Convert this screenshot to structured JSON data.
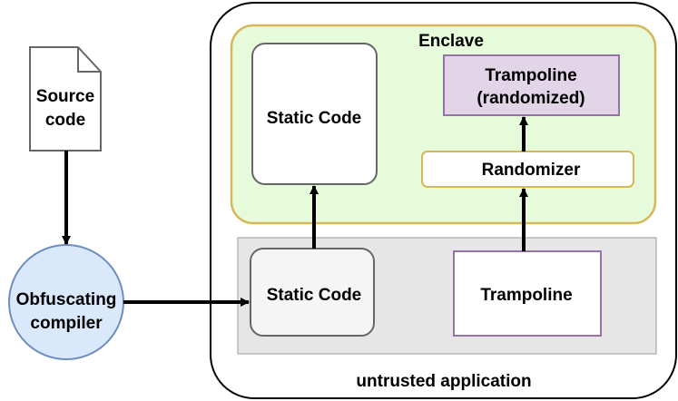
{
  "source_doc": {
    "line1": "Source",
    "line2": "code"
  },
  "compiler": {
    "line1": "Obfuscating",
    "line2": "compiler"
  },
  "untrusted_app": {
    "label": "untrusted application"
  },
  "enclave": {
    "label": "Enclave"
  },
  "enclave_static_code": {
    "label": "Static Code"
  },
  "trampoline_randomized": {
    "line1": "Trampoline",
    "line2": "(randomized)"
  },
  "randomizer": {
    "label": "Randomizer"
  },
  "app_static_code": {
    "label": "Static Code"
  },
  "app_trampoline": {
    "label": "Trampoline"
  },
  "colors": {
    "enclave_fill": "#e6fbd9",
    "enclave_border": "#d6b656",
    "compiler_fill": "#dae8fc",
    "compiler_border": "#6c8ebf",
    "trampoline_border": "#9673a6",
    "trampoline_randomized_fill": "#e1d5e7",
    "untrusted_area_fill": "#e6e6e6",
    "randomizer_border": "#d6b656"
  }
}
